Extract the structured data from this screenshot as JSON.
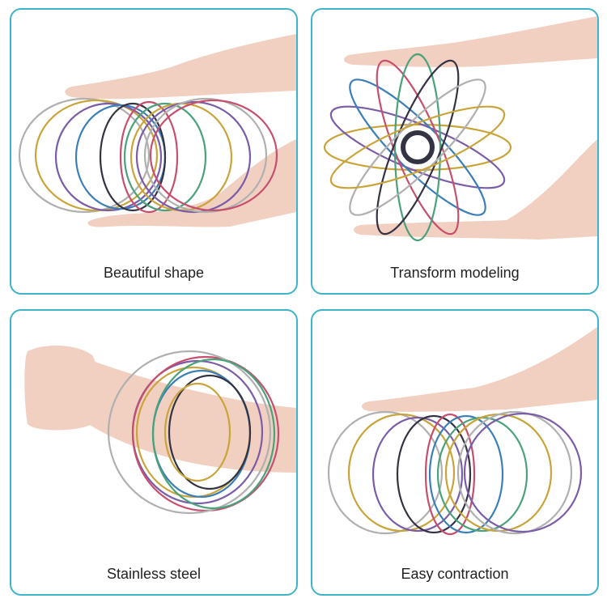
{
  "panels": [
    {
      "caption": "Beautiful shape"
    },
    {
      "caption": "Transform modeling"
    },
    {
      "caption": "Stainless steel"
    },
    {
      "caption": "Easy contraction"
    }
  ],
  "colors": {
    "border": "#3fb3c9",
    "background": "#ffffff",
    "skin": "#f1d0c1",
    "rings": [
      "#c9a43a",
      "#7a5ca8",
      "#3c7fb8",
      "#c64f6e",
      "#4aa27a",
      "#b0b0b0",
      "#333344"
    ]
  }
}
